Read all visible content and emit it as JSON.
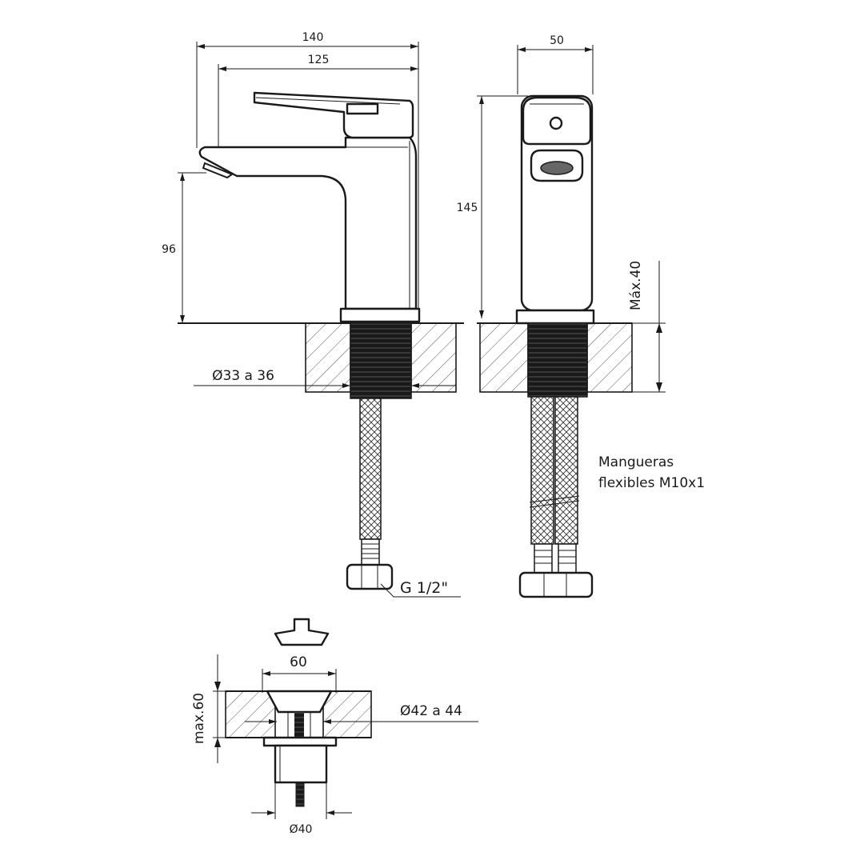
{
  "drawing": {
    "side_view": {
      "overall_length": "140",
      "spout_length": "125",
      "spout_height": "96",
      "hole_diameter": "Ø33 a 36",
      "connection": "G 1/2\""
    },
    "front_view": {
      "body_width": "50",
      "total_height": "145",
      "max_counter_thickness": "Máx.40",
      "hoses_line_1": "Mangueras",
      "hoses_line_2": "flexibles M10x1"
    },
    "drain_view": {
      "flange_width": "60",
      "max_thickness": "max.60",
      "hole_diameter": "Ø42 a 44",
      "body_diameter": "Ø40"
    }
  }
}
